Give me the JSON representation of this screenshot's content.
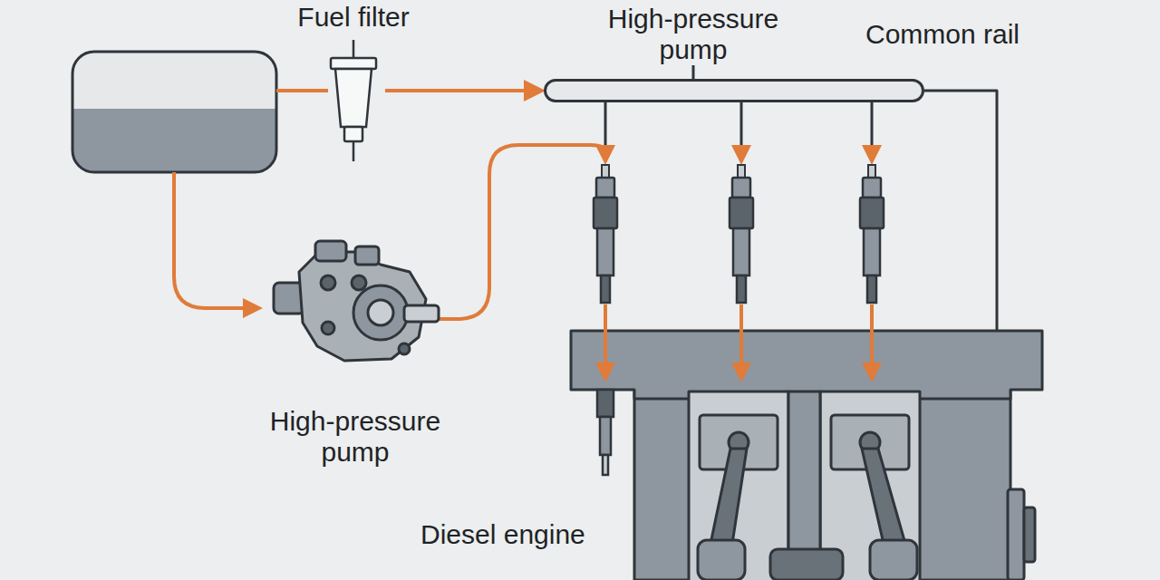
{
  "diagram": {
    "nodes": [
      {
        "text": [
          "Fuel filter"
        ]
      },
      {
        "text": [
          "Common rail"
        ]
      },
      {
        "text": [
          "High-pressure pump"
        ]
      },
      {
        "text": [
          "Diesel engine"
        ]
      }
    ],
    "edges": [
      {
        "from": 0,
        "to": 1,
        "arrow": "to"
      },
      {
        "from": 1,
        "to": 3,
        "arrow": "none"
      }
    ],
    "labels": [
      "High-pressure pump"
    ]
  }
}
